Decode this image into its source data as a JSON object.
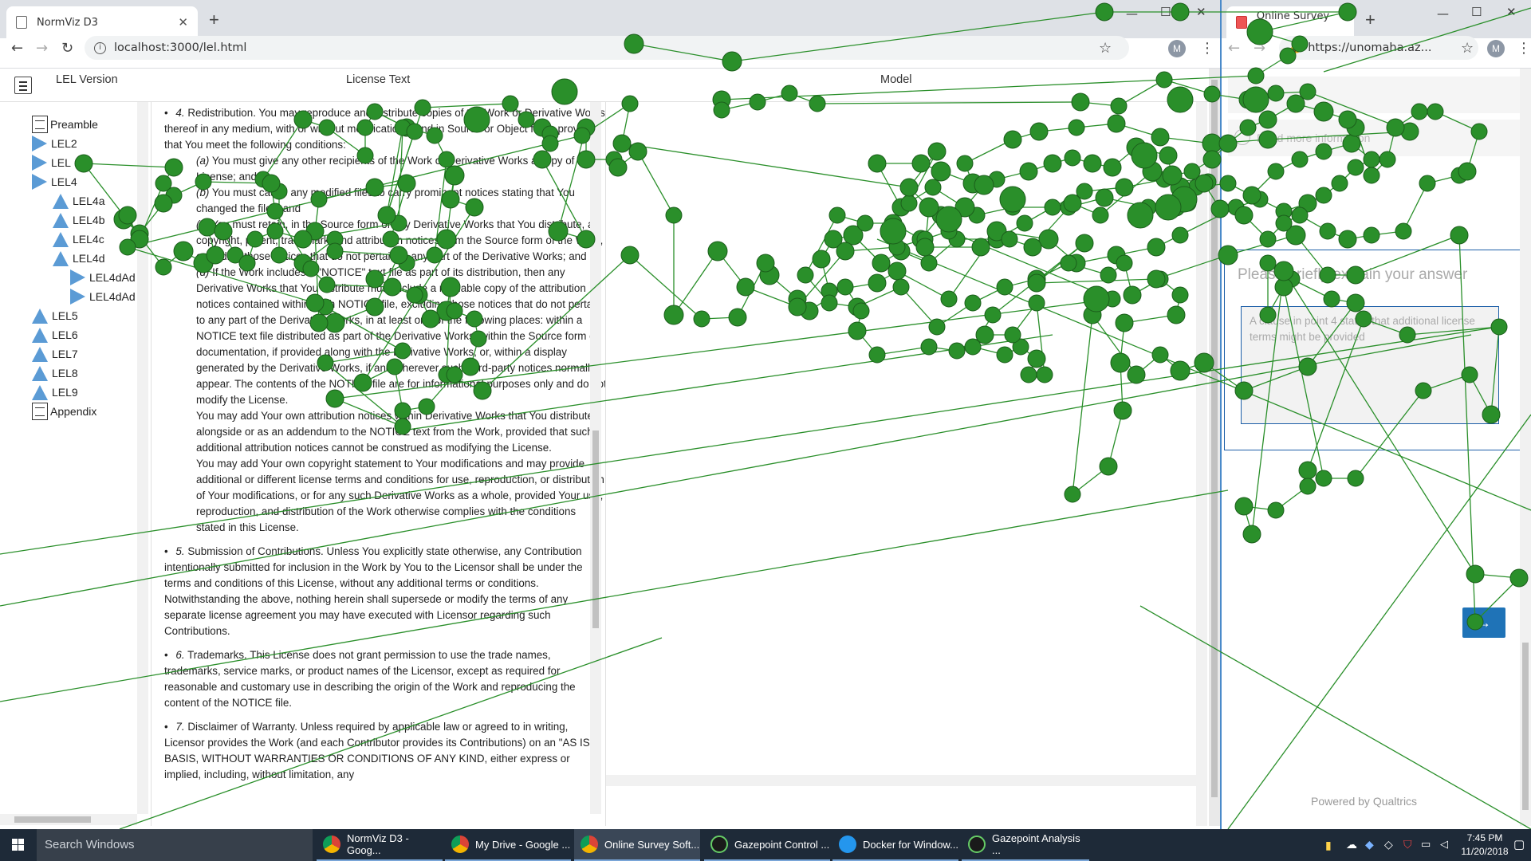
{
  "left_browser": {
    "tab_title": "NormViz D3",
    "tab_close_icon": "close-icon",
    "new_tab": "+",
    "url": "localhost:3000/lel.html",
    "avatar_letter": "M"
  },
  "app": {
    "header": {
      "menu_icon": "hamburger-icon",
      "lel_version": "LEL Version",
      "license_text": "License Text",
      "model": "Model"
    },
    "tree": [
      {
        "label": "Preamble",
        "icon": "document-icon"
      },
      {
        "label": "LEL2",
        "icon": "triangle-right-icon"
      },
      {
        "label": "LEL",
        "icon": "triangle-right-icon"
      },
      {
        "label": "LEL4",
        "icon": "triangle-right-icon"
      },
      {
        "label": "LEL4a",
        "icon": "triangle-up-icon"
      },
      {
        "label": "LEL4b",
        "icon": "triangle-up-icon"
      },
      {
        "label": "LEL4c",
        "icon": "triangle-up-icon"
      },
      {
        "label": "LEL4d",
        "icon": "triangle-up-icon"
      },
      {
        "label": "LEL4dAd",
        "icon": "triangle-right-icon"
      },
      {
        "label": "LEL4dAd",
        "icon": "triangle-right-icon"
      },
      {
        "label": "LEL5",
        "icon": "triangle-up-icon"
      },
      {
        "label": "LEL6",
        "icon": "triangle-up-icon"
      },
      {
        "label": "LEL7",
        "icon": "triangle-up-icon"
      },
      {
        "label": "LEL8",
        "icon": "triangle-up-icon"
      },
      {
        "label": "LEL9",
        "icon": "triangle-up-icon"
      },
      {
        "label": "Appendix",
        "icon": "document-icon"
      }
    ],
    "license_paragraphs": [
      {
        "kind": "bullet",
        "num": "4.",
        "text": "Redistribution. You may reproduce and distribute copies of the Work or Derivative Works thereof in any medium, with or without modifications, and in Source or Object form, provided that You meet the following conditions:"
      },
      {
        "kind": "sub",
        "num": "(a)",
        "text": "You must give any other recipients of the Work or Derivative Works a copy of this License; and"
      },
      {
        "kind": "sub",
        "num": "(b)",
        "text": "You must cause any modified files to carry prominent notices stating that You changed the files; and"
      },
      {
        "kind": "sub",
        "num": "(c)",
        "text": "You must retain, in the Source form of any Derivative Works that You distribute, all copyright, patent, trademark, and attribution notices from the Source form of the Work, excluding those notices that do not pertain to any part of the Derivative Works; and"
      },
      {
        "kind": "sub",
        "num": "(d)",
        "text": "If the Work includes a \"NOTICE\" text file as part of its distribution, then any Derivative Works that You distribute must include a readable copy of the attribution notices contained within such NOTICE file, excluding those notices that do not pertain to any part of the Derivative Works, in at least one of the following places: within a NOTICE text file distributed as part of the Derivative Works; within the Source form or documentation, if provided along with the Derivative Works; or, within a display generated by the Derivative Works, if and wherever such third-party notices normally appear. The contents of the NOTICE file are for informational purposes only and do not modify the License."
      },
      {
        "kind": "plain",
        "num": "",
        "text": "You may add Your own attribution notices within Derivative Works that You distribute, alongside or as an addendum to the NOTICE text from the Work, provided that such additional attribution notices cannot be construed as modifying the License."
      },
      {
        "kind": "plain",
        "num": "",
        "text": "You may add Your own copyright statement to Your modifications and may provide additional or different license terms and conditions for use, reproduction, or distribution of Your modifications, or for any such Derivative Works as a whole, provided Your use, reproduction, and distribution of the Work otherwise complies with the conditions stated in this License."
      },
      {
        "kind": "bullet",
        "num": "5.",
        "text": "Submission of Contributions. Unless You explicitly state otherwise, any Contribution intentionally submitted for inclusion in the Work by You to the Licensor shall be under the terms and conditions of this License, without any additional terms or conditions. Notwithstanding the above, nothing herein shall supersede or modify the terms of any separate license agreement you may have executed with Licensor regarding such Contributions."
      },
      {
        "kind": "bullet",
        "num": "6.",
        "text": "Trademarks. This License does not grant permission to use the trade names, trademarks, service marks, or product names of the Licensor, except as required for reasonable and customary use in describing the origin of the Work and reproducing the content of the NOTICE file."
      },
      {
        "kind": "bullet",
        "num": "7.",
        "text": "Disclaimer of Warranty. Unless required by applicable law or agreed to in writing, Licensor provides the Work (and each Contributor provides its Contributions) on an \"AS IS\" BASIS, WITHOUT WARRANTIES OR CONDITIONS OF ANY KIND, either express or implied, including, without limitation, any"
      }
    ]
  },
  "right_browser": {
    "tab_title": "Online Survey So",
    "url": "https://unomaha.az...",
    "avatar_letter": "M",
    "read_more": "Read more information",
    "question": "Please briefly explain your answer",
    "answer": "A clause in point 4 states that additional license terms might be provided",
    "next_label": "→",
    "powered_by": "Powered by Qualtrics"
  },
  "taskbar": {
    "search_placeholder": "Search Windows",
    "items": [
      {
        "label": "NormViz D3 - Goog...",
        "icon": "chrome-icon"
      },
      {
        "label": "My Drive - Google ...",
        "icon": "chrome-icon"
      },
      {
        "label": "Online Survey Soft...",
        "icon": "chrome-icon"
      },
      {
        "label": "Gazepoint Control ...",
        "icon": "gazepoint-icon"
      },
      {
        "label": "Docker for Window...",
        "icon": "docker-icon"
      },
      {
        "label": "Gazepoint Analysis ...",
        "icon": "gazepoint-icon"
      }
    ],
    "time": "7:45 PM",
    "date": "11/20/2018"
  },
  "colors": {
    "gaze": "#2a8f2a",
    "gaze_stroke": "#1b5e1b",
    "tree_triangle": "#5b9bd5",
    "survey_border": "#1d5fa8",
    "next_button": "#1f73b7",
    "taskbar": "#1e2a38"
  }
}
